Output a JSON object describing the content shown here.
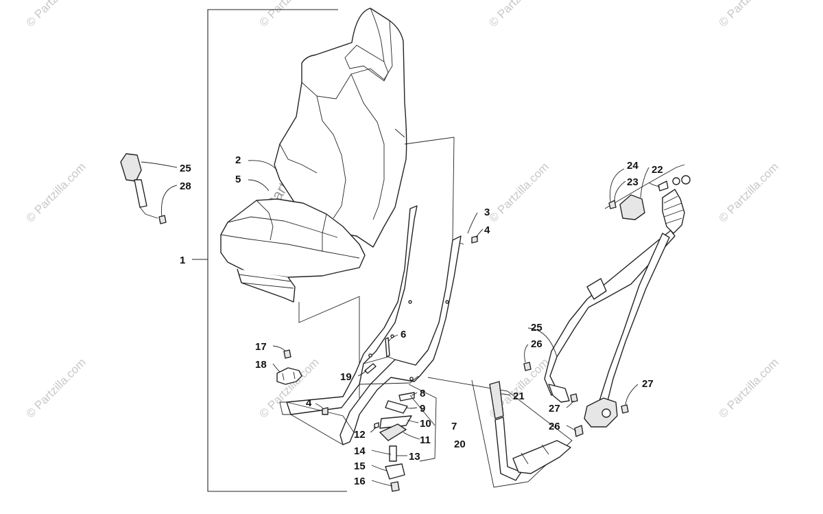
{
  "watermarks": {
    "small": "© Partzilla.com",
    "center": "© Partzilla.com"
  },
  "callouts": {
    "c1": "1",
    "c2": "2",
    "c3": "3",
    "c4a": "4",
    "c4b": "4",
    "c5": "5",
    "c6": "6",
    "c7": "7",
    "c8": "8",
    "c9": "9",
    "c10": "10",
    "c11": "11",
    "c12": "12",
    "c13": "13",
    "c14": "14",
    "c15": "15",
    "c16": "16",
    "c17": "17",
    "c18": "18",
    "c19": "19",
    "c20": "20",
    "c21": "21",
    "c22": "22",
    "c23": "23",
    "c24": "24",
    "c25a": "25",
    "c25b": "25",
    "c26a": "26",
    "c26b": "26",
    "c27a": "27",
    "c27b": "27",
    "c28": "28"
  },
  "colors": {
    "line": "#222222",
    "callout": "#111111",
    "watermark": "#c8c8c8"
  }
}
